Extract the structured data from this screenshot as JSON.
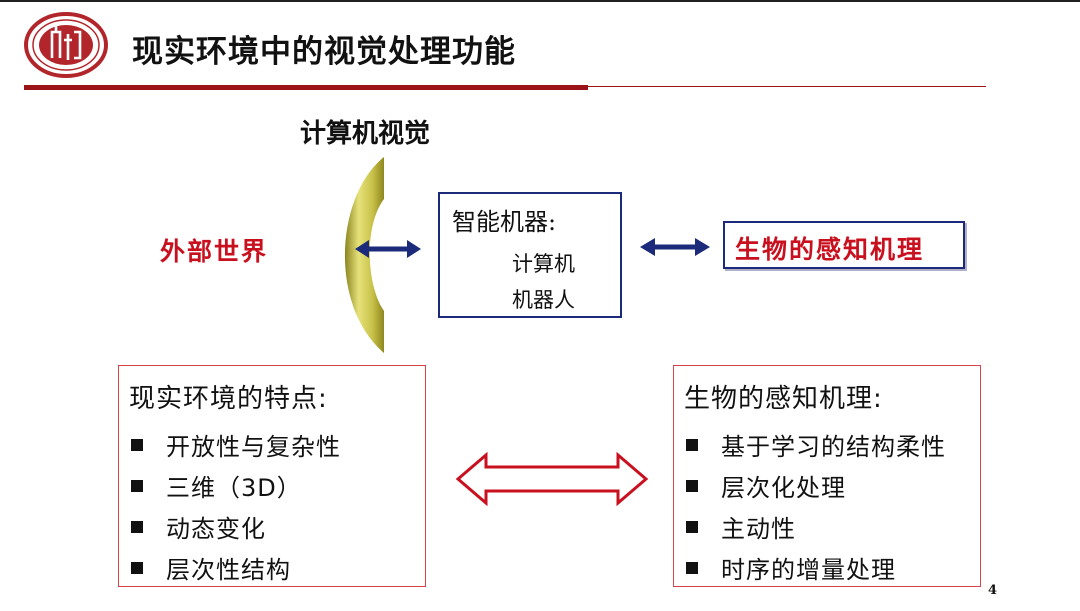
{
  "slide": {
    "title": "现实环境中的视觉处理功能",
    "page_number": "4",
    "logo_icon": "university-seal-icon"
  },
  "diagram": {
    "top_label": "计算机视觉",
    "outer_world": "外部世界",
    "machine": {
      "title": "智能机器:",
      "items": [
        "计算机",
        "机器人"
      ]
    },
    "bio_mechanism": "生物的感知机理"
  },
  "left_panel": {
    "title": "现实环境的特点:",
    "items": [
      "开放性与复杂性",
      "三维（3D）",
      "动态变化",
      "层次性结构"
    ]
  },
  "right_panel": {
    "title": "生物的感知机理:",
    "items": [
      "基于学习的结构柔性",
      "层次化处理",
      "主动性",
      "时序的增量处理"
    ]
  },
  "colors": {
    "accent_red": "#c8101e",
    "rule_red": "#9a1418",
    "box_navy": "#1b2a7a",
    "shell_gold": "#b8b030",
    "panel_border": "#d8434a"
  }
}
